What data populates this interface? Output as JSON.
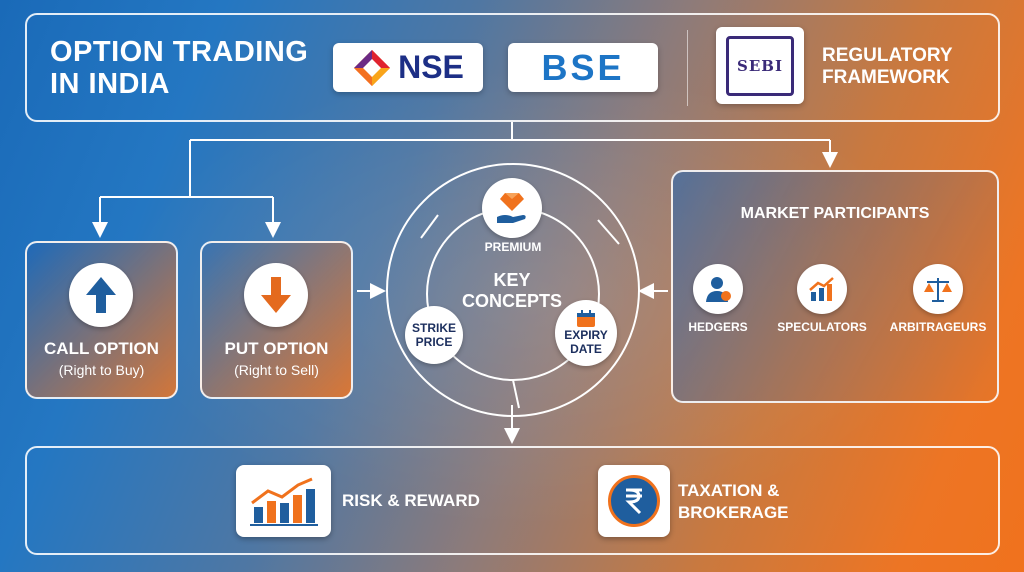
{
  "header": {
    "title": "OPTION TRADING IN INDIA",
    "logos": {
      "nse": "NSE",
      "bse": "BSE",
      "sebi": "SEBI"
    },
    "regulatory_title": "REGULATORY FRAMEWORK"
  },
  "options": {
    "call": {
      "label": "CALL OPTION",
      "sub": "(Right to Buy)",
      "icon": "arrow-up-icon"
    },
    "put": {
      "label": "PUT OPTION",
      "sub": "(Right to Sell)",
      "icon": "arrow-down-icon"
    }
  },
  "key_concepts": {
    "title": "KEY CONCEPTS",
    "premium": "PREMIUM",
    "strike_price": "STRIKE PRICE",
    "expiry_date": "EXPIRY DATE"
  },
  "market_participants": {
    "title": "MARKET PARTICIPANTS",
    "items": [
      {
        "label": "HEDGERS",
        "icon": "hedger-person-icon"
      },
      {
        "label": "SPECULATORS",
        "icon": "chart-up-icon"
      },
      {
        "label": "ARBITRAGEURS",
        "icon": "balance-scale-icon"
      }
    ]
  },
  "bottom": {
    "risk_reward": "RISK & REWARD",
    "taxation": "TAXATION & BROKERAGE"
  },
  "colors": {
    "blue": "#1a6ab8",
    "orange": "#f0721d",
    "navy": "#1c2f5e"
  }
}
